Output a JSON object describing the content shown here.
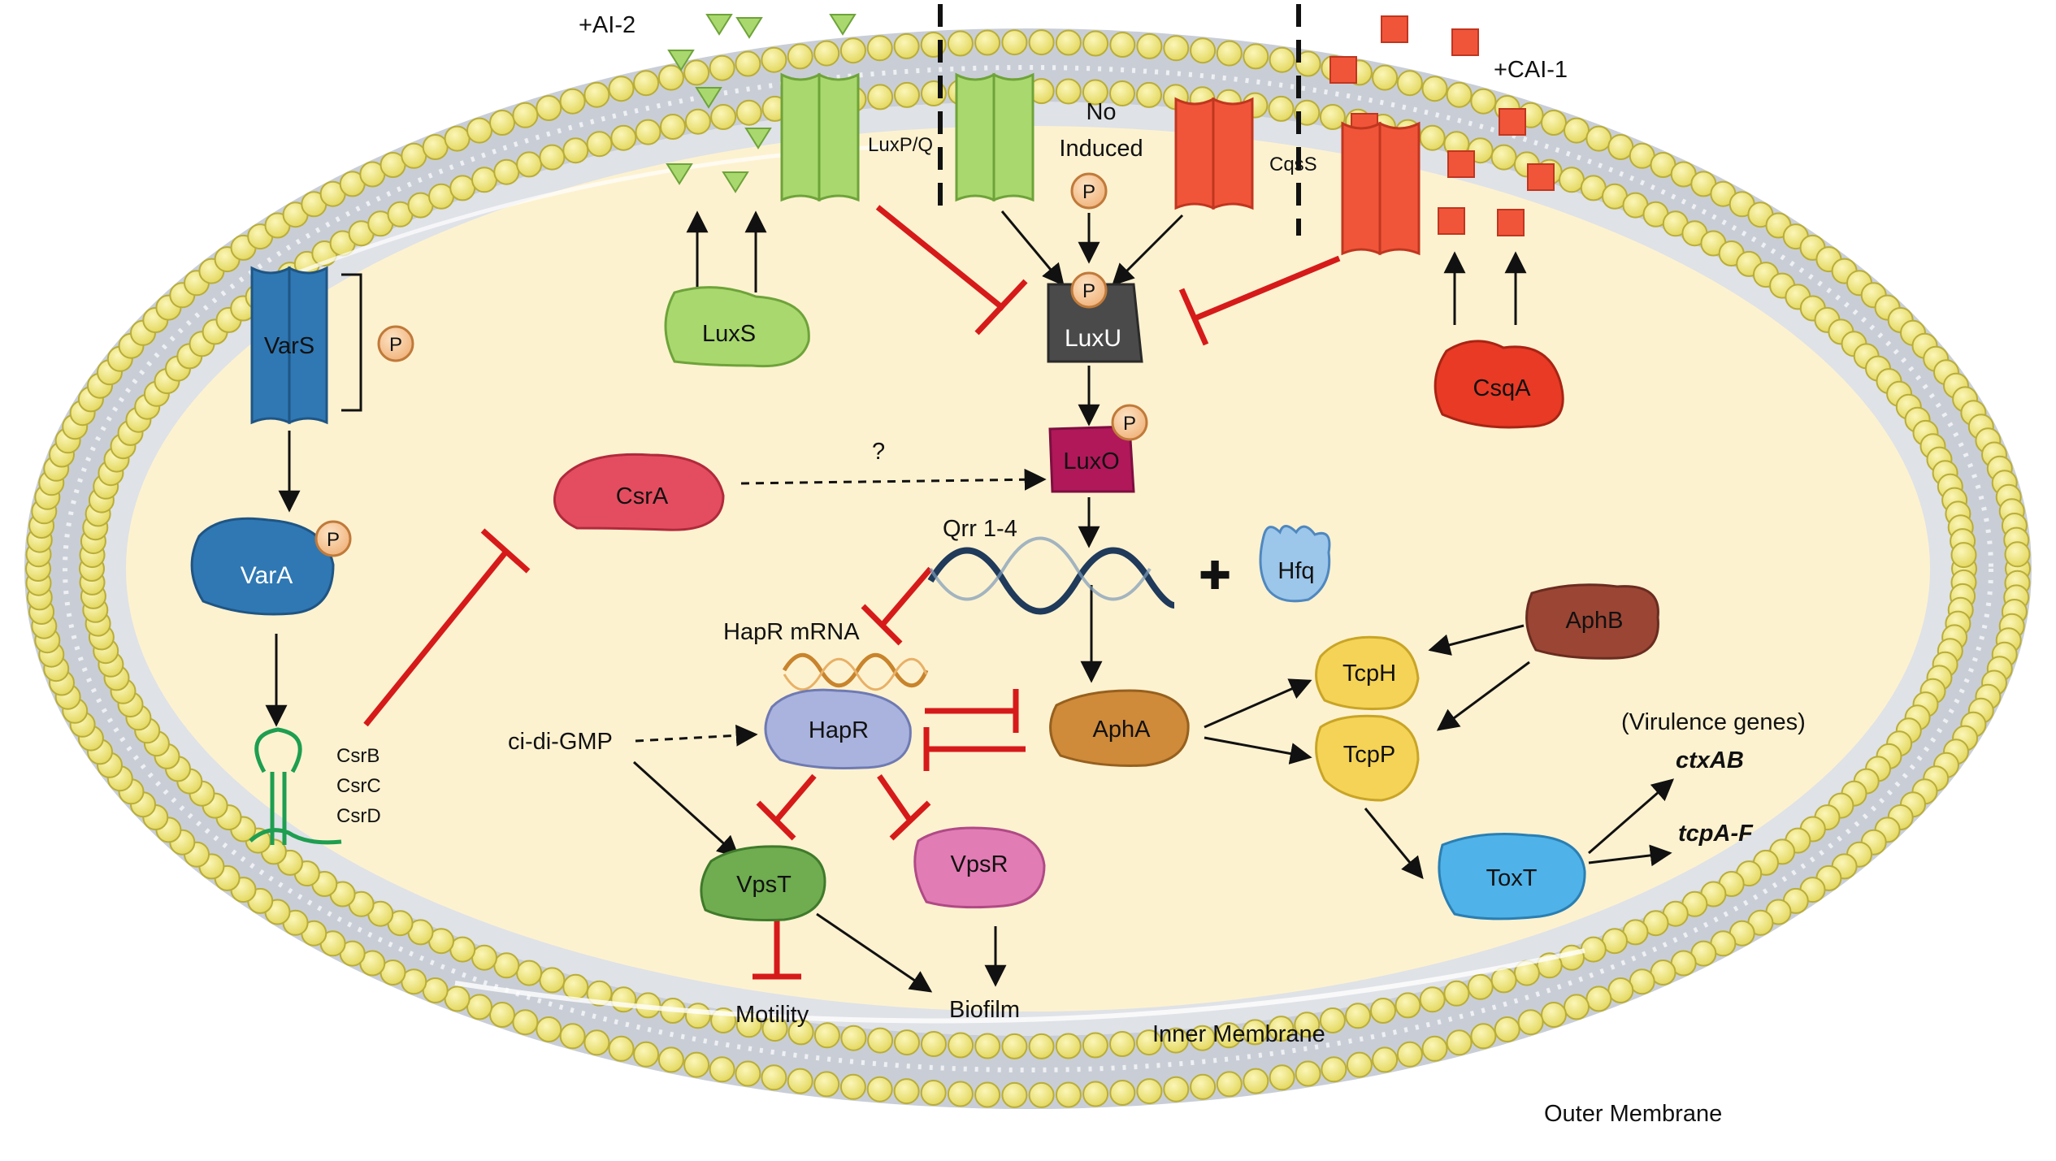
{
  "signals": {
    "ai2": "+AI-2",
    "cai1": "+CAI-1",
    "no_induced_line1": "No",
    "no_induced_line2": "Induced"
  },
  "receptors": {
    "luxpq": "LuxP/Q",
    "cqss": "CqsS",
    "vars": "VarS"
  },
  "proteins": {
    "luxs": "LuxS",
    "luxu": "LuxU",
    "luxo": "LuxO",
    "csqa": "CsqA",
    "csra": "CsrA",
    "vara": "VarA",
    "hfq": "Hfq",
    "aphb": "AphB",
    "hapr": "HapR",
    "apha": "AphA",
    "tcph": "TcpH",
    "tcpp": "TcpP",
    "toxt": "ToxT",
    "vpst": "VpsT",
    "vpsr": "VpsR"
  },
  "phospho": "P",
  "rna": {
    "qrr": "Qrr 1-4",
    "hapr_mrna": "HapR mRNA",
    "csrb": "CsrB",
    "csrc": "CsrC",
    "csrd": "CsrD"
  },
  "misc": {
    "question": "?",
    "cdgmp": "ci-di-GMP",
    "plus": "✚"
  },
  "outputs": {
    "virulence": "(Virulence genes)",
    "ctxab": "ctxAB",
    "tcpaf": "tcpA-F",
    "motility": "Motility",
    "biofilm": "Biofilm"
  },
  "membranes": {
    "inner": "Inner Membrane",
    "outer": "Outer Membrane"
  },
  "colors": {
    "cytoplasm": "#fdf2d0",
    "lipid": "#f3ec8a",
    "inhibit": "#d61a1a",
    "luxs_green": "#a8d86e",
    "cqss_red": "#f0553a",
    "vars_blue": "#2f78b4"
  }
}
